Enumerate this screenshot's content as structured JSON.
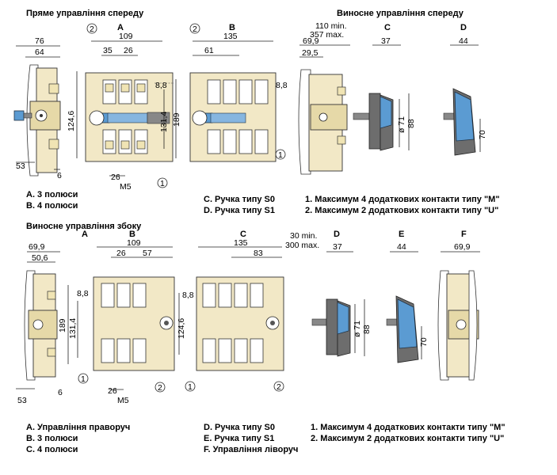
{
  "titles": {
    "front_direct": "Пряме управління спереду",
    "front_remote": "Виносне управління спереду",
    "side_remote": "Виносне управління збоку"
  },
  "view_letters": [
    "A",
    "B",
    "C",
    "D",
    "E",
    "F"
  ],
  "callouts": [
    "1",
    "2"
  ],
  "dims": {
    "d76": "76",
    "d64": "64",
    "d109": "109",
    "d35": "35",
    "d26": "26",
    "d8_8": "8,8",
    "d124_6": "124,6",
    "d131_4": "131,4",
    "d189": "189",
    "d53": "53",
    "d6": "6",
    "dM5": "M5",
    "d135": "135",
    "d61": "61",
    "d110min": "110 min.",
    "d357max": "357 max.",
    "d69_9": "69,9",
    "d29_5": "29,5",
    "d37": "37",
    "d44": "44",
    "d71": "ø 71",
    "d88": "88",
    "d70": "70",
    "d50_6": "50,6",
    "d57": "57",
    "d83": "83",
    "d30min": "30 min.",
    "d300max": "300 max."
  },
  "captions": {
    "front_direct": [
      "A. 3 полюси",
      "B. 4 полюси"
    ],
    "handle_types": [
      "C. Ручка типу S0",
      "D. Ручка типу S1"
    ],
    "front_remote_notes": [
      "1. Максимум 4 додаткових контакти типу \"M\"",
      "2. Максимум 2 додаткових контакти типу \"U\""
    ],
    "side_left": [
      "A. Управління праворуч",
      "B. 3 полюси",
      "C. 4 полюси"
    ],
    "side_mid": [
      "D. Ручка типу S0",
      "E. Ручка типу S1",
      "F. Управління ліворуч"
    ],
    "side_notes": [
      "1. Максимум 4 додаткових контакти типу \"M\"",
      "2. Максимум 2 додаткових контакти типу \"U\""
    ]
  },
  "colors": {
    "body": "#f2e8c6",
    "handle_blue": "#5b9bd2",
    "handle_gray": "#6d6d6d"
  }
}
